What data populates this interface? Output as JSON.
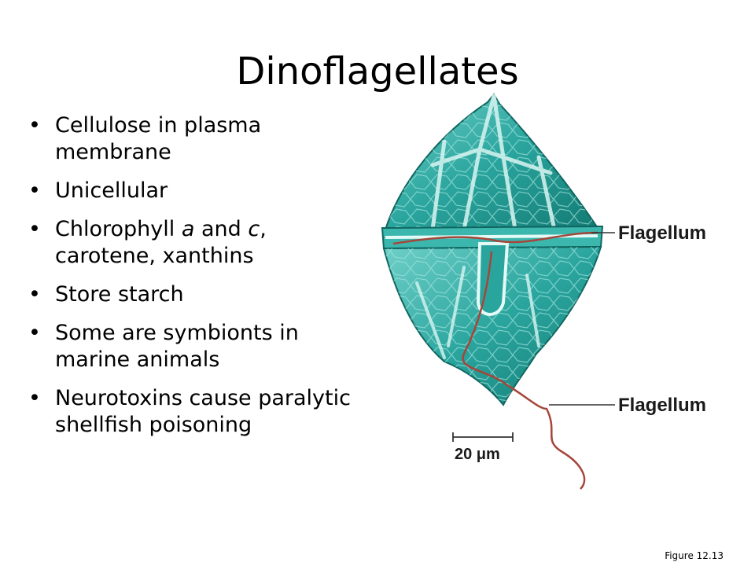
{
  "slide": {
    "title": "Dinoflagellates",
    "bullets": [
      {
        "text": "Cellulose in plasma membrane"
      },
      {
        "text": "Unicellular"
      },
      {
        "pre": "Chlorophyll ",
        "a": "a",
        "mid": " and ",
        "c": "c",
        "post": ", carotene, xanthins"
      },
      {
        "text": "Store starch"
      },
      {
        "text": "Some are symbionts in marine animals"
      },
      {
        "text": "Neurotoxins cause paralytic shellfish poisoning"
      }
    ],
    "bullet_glyph": "•",
    "figure": {
      "label_top": "Flagellum",
      "label_bottom": "Flagellum",
      "scale_bar": "20 μm",
      "cell_color": "#2aa59e",
      "flagellum_color": "#a5463a"
    },
    "caption": "Figure 12.13"
  }
}
